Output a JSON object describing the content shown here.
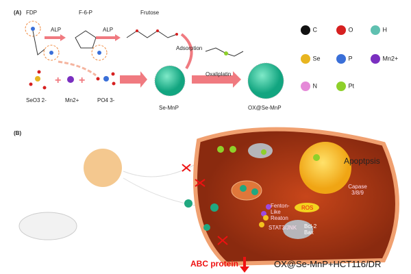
{
  "panelA": {
    "label": "(A)",
    "fdp": "FDP",
    "f6p": "F-6-P",
    "frutose": "Frutose",
    "alp1": "ALP",
    "alp2": "ALP",
    "adsorption": "Adsorption",
    "oxaliplatin": "Oxaliplatin",
    "seo3": "SeO3 2-",
    "mn": "Mn2+",
    "po4": "PO4 3-",
    "se_mnp": "Se-MnP",
    "ox_se_mnp": "OX@Se-MnP"
  },
  "legend": [
    {
      "symbol": "C",
      "color": "#111111"
    },
    {
      "symbol": "O",
      "color": "#d62020"
    },
    {
      "symbol": "H",
      "color": "#5fc0b0"
    },
    {
      "symbol": "Se",
      "color": "#e8b520"
    },
    {
      "symbol": "P",
      "color": "#3a6fd8"
    },
    {
      "symbol": "Mn2+",
      "color": "#7a2fc0"
    },
    {
      "symbol": "N",
      "color": "#e58ad8"
    },
    {
      "symbol": "Pt",
      "color": "#8ed02a"
    }
  ],
  "panelB": {
    "label": "(B)",
    "apoptosis": "Apoptpsis",
    "capase": "Capase 3/8/9",
    "fenton": "Fenton-Like Reaton",
    "ros": "ROS",
    "stat": "STAT3/JNK",
    "bcl": "Bcl-2 Bax",
    "abc": "ABC protein",
    "caption": "OX@Se-MnP+HCT116/DR"
  }
}
